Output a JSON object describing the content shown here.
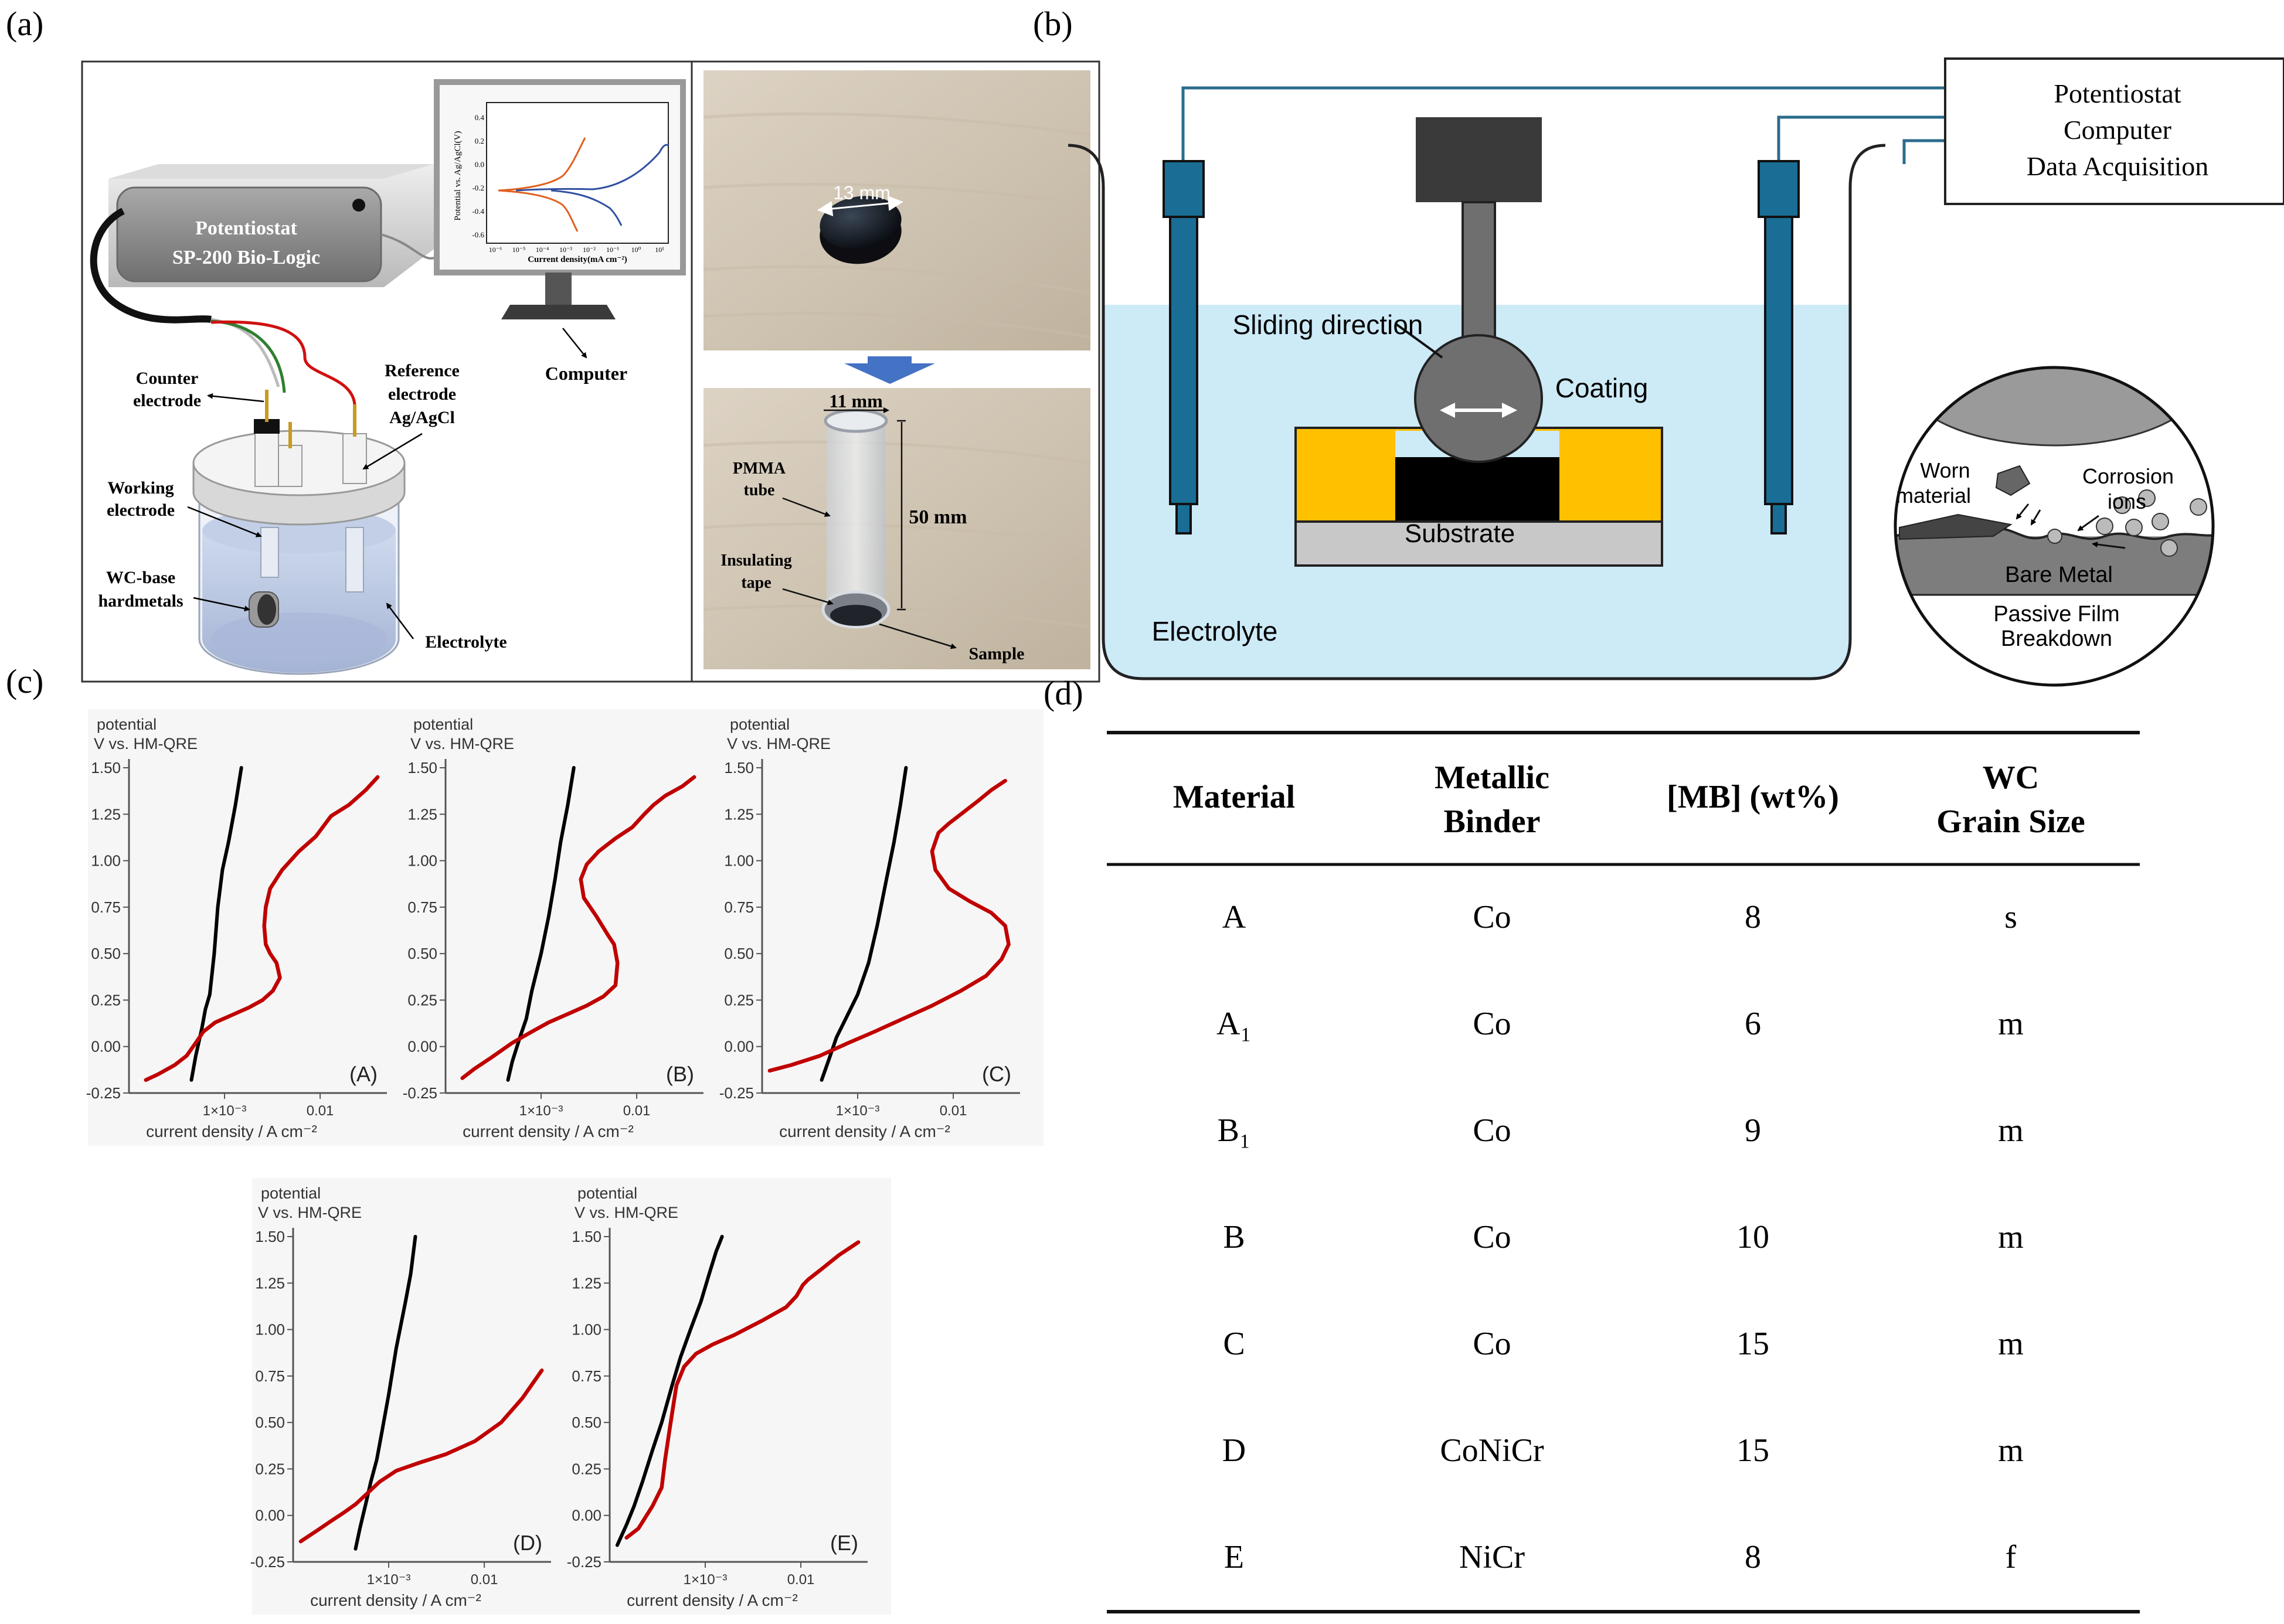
{
  "panels": {
    "a": {
      "letter": "(a)"
    },
    "b": {
      "letter": "(b)"
    },
    "c": {
      "letter": "(c)"
    },
    "d": {
      "letter": "(d)"
    }
  },
  "setup_a": {
    "potentiostat_line1": "Potentiostat",
    "potentiostat_line2": "SP-200 Bio-Logic",
    "computer": "Computer",
    "counter_1": "Counter",
    "counter_2": "electrode",
    "reference_1": "Reference",
    "reference_2": "electrode",
    "reference_3": "Ag/AgCl",
    "working_1": "Working",
    "working_2": "electrode",
    "wc_1": "WC-base",
    "wc_2": "hardmetals",
    "electrolyte": "Electrolyte",
    "monitor_ylabel": "Potential vs. Ag/AgCl(V)",
    "monitor_xlabel": "Current density(mA cm⁻²)",
    "monitor_yticks": [
      "0.4",
      "0.2",
      "0.0",
      "-0.2",
      "-0.4",
      "-0.6"
    ],
    "monitor_xticks": [
      "10⁻⁶",
      "10⁻⁵",
      "10⁻⁴",
      "10⁻³",
      "10⁻²",
      "10⁻¹",
      "10⁰",
      "10¹"
    ],
    "disc_dim": "13 mm",
    "tube_dim_top": "11 mm",
    "tube_len": "50 mm",
    "pmma_1": "PMMA",
    "pmma_2": "tube",
    "insul_1": "Insulating",
    "insul_2": "tape",
    "sample": "Sample"
  },
  "setup_b": {
    "box_line1": "Potentiostat",
    "box_line2": "Computer",
    "box_line3": "Data Acquisition",
    "sliding": "Sliding direction",
    "coating": "Coating",
    "substrate": "Substrate",
    "electrolyte": "Electrolyte",
    "worn_1": "Worn",
    "worn_2": "material",
    "corr_1": "Corrosion",
    "corr_2": "ions",
    "bare": "Bare Metal",
    "passive_1": "Passive Film",
    "passive_2": "Breakdown",
    "colors": {
      "bath": "#cdeaf7",
      "electrode": "#1a6e96",
      "coating": "#ffc000",
      "wire": "#2b6c8c"
    }
  },
  "chart_common": {
    "ylabel_1": "potential",
    "ylabel_2": "V vs. HM-QRE",
    "xlabel": "current density / A cm⁻²",
    "yticks": [
      "1.50",
      "1.25",
      "1.00",
      "0.75",
      "0.50",
      "0.25",
      "0.00",
      "-0.25"
    ],
    "xtick_1": "1×10⁻³",
    "xtick_2": "0.01"
  },
  "chart_data": [
    {
      "type": "line",
      "label": "(A)",
      "x_scale": "log",
      "xlim": [
        0.0001,
        0.05
      ],
      "ylim": [
        -0.25,
        1.5
      ],
      "series": [
        {
          "color": "#000000",
          "x": [
            0.00045,
            0.0005,
            0.00058,
            0.00063,
            0.0007,
            0.00078,
            0.00085,
            0.00095,
            0.0011,
            0.0013,
            0.0015
          ],
          "y": [
            -0.18,
            -0.05,
            0.1,
            0.2,
            0.28,
            0.5,
            0.75,
            0.95,
            1.1,
            1.3,
            1.5
          ]
        },
        {
          "color": "#c00000",
          "x": [
            0.00015,
            0.0002,
            0.0003,
            0.0004,
            0.0005,
            0.0006,
            0.0008,
            0.0012,
            0.0018,
            0.0025,
            0.0032,
            0.0038,
            0.0035,
            0.003,
            0.0027,
            0.0026,
            0.0027,
            0.003,
            0.004,
            0.006,
            0.009,
            0.011,
            0.013,
            0.02,
            0.03,
            0.04
          ],
          "y": [
            -0.18,
            -0.15,
            -0.1,
            -0.05,
            0.02,
            0.08,
            0.13,
            0.17,
            0.21,
            0.25,
            0.3,
            0.37,
            0.45,
            0.5,
            0.55,
            0.65,
            0.75,
            0.85,
            0.95,
            1.05,
            1.13,
            1.19,
            1.24,
            1.3,
            1.38,
            1.45
          ]
        }
      ]
    },
    {
      "type": "line",
      "label": "(B)",
      "x_scale": "log",
      "xlim": [
        0.0001,
        0.05
      ],
      "ylim": [
        -0.25,
        1.5
      ],
      "series": [
        {
          "color": "#000000",
          "x": [
            0.00045,
            0.0005,
            0.0006,
            0.0007,
            0.0008,
            0.001,
            0.0012,
            0.0014,
            0.0016,
            0.0019,
            0.0022
          ],
          "y": [
            -0.18,
            -0.08,
            0.05,
            0.15,
            0.3,
            0.5,
            0.7,
            0.9,
            1.1,
            1.3,
            1.5
          ]
        },
        {
          "color": "#c00000",
          "x": [
            0.00015,
            0.0002,
            0.0003,
            0.0005,
            0.0008,
            0.0012,
            0.002,
            0.003,
            0.0045,
            0.006,
            0.0063,
            0.0058,
            0.005,
            0.0038,
            0.0028,
            0.0026,
            0.003,
            0.004,
            0.006,
            0.009,
            0.012,
            0.015,
            0.02,
            0.03,
            0.04
          ],
          "y": [
            -0.17,
            -0.12,
            -0.06,
            0.02,
            0.08,
            0.13,
            0.18,
            0.22,
            0.27,
            0.33,
            0.45,
            0.55,
            0.6,
            0.7,
            0.8,
            0.9,
            0.98,
            1.05,
            1.12,
            1.18,
            1.25,
            1.3,
            1.35,
            1.4,
            1.45
          ]
        }
      ]
    },
    {
      "type": "line",
      "label": "(C)",
      "x_scale": "log",
      "xlim": [
        0.0001,
        0.05
      ],
      "ylim": [
        -0.25,
        1.5
      ],
      "series": [
        {
          "color": "#000000",
          "x": [
            0.00042,
            0.0005,
            0.0006,
            0.00075,
            0.001,
            0.0013,
            0.0016,
            0.002,
            0.0024,
            0.0028,
            0.0032
          ],
          "y": [
            -0.18,
            -0.07,
            0.05,
            0.15,
            0.28,
            0.45,
            0.65,
            0.9,
            1.1,
            1.3,
            1.5
          ]
        },
        {
          "color": "#c00000",
          "x": [
            0.00012,
            0.0002,
            0.0004,
            0.0008,
            0.0015,
            0.003,
            0.006,
            0.012,
            0.022,
            0.032,
            0.038,
            0.035,
            0.025,
            0.015,
            0.009,
            0.0065,
            0.006,
            0.007,
            0.009,
            0.012,
            0.018,
            0.025,
            0.035
          ],
          "y": [
            -0.13,
            -0.1,
            -0.05,
            0.02,
            0.08,
            0.15,
            0.22,
            0.3,
            0.38,
            0.47,
            0.55,
            0.65,
            0.72,
            0.78,
            0.85,
            0.95,
            1.05,
            1.15,
            1.2,
            1.25,
            1.32,
            1.38,
            1.43
          ]
        }
      ]
    },
    {
      "type": "line",
      "label": "(D)",
      "x_scale": "log",
      "xlim": [
        0.0001,
        0.05
      ],
      "ylim": [
        -0.25,
        1.5
      ],
      "series": [
        {
          "color": "#000000",
          "x": [
            0.00045,
            0.0005,
            0.00058,
            0.00065,
            0.00075,
            0.00085,
            0.001,
            0.0012,
            0.0015,
            0.0017,
            0.0019
          ],
          "y": [
            -0.18,
            -0.07,
            0.07,
            0.18,
            0.3,
            0.45,
            0.65,
            0.9,
            1.15,
            1.3,
            1.5
          ]
        },
        {
          "color": "#c00000",
          "x": [
            0.00012,
            0.00018,
            0.00025,
            0.00035,
            0.00045,
            0.0006,
            0.0008,
            0.0012,
            0.002,
            0.004,
            0.008,
            0.015,
            0.025,
            0.04
          ],
          "y": [
            -0.14,
            -0.08,
            -0.03,
            0.02,
            0.06,
            0.12,
            0.18,
            0.24,
            0.28,
            0.33,
            0.4,
            0.5,
            0.63,
            0.78
          ]
        }
      ]
    },
    {
      "type": "line",
      "label": "(E)",
      "x_scale": "log",
      "xlim": [
        0.0001,
        0.05
      ],
      "ylim": [
        -0.25,
        1.5
      ],
      "series": [
        {
          "color": "#000000",
          "x": [
            0.00012,
            0.00015,
            0.00018,
            0.00022,
            0.00028,
            0.00035,
            0.00045,
            0.00055,
            0.0007,
            0.0009,
            0.0011,
            0.0013,
            0.0015
          ],
          "y": [
            -0.16,
            -0.05,
            0.05,
            0.18,
            0.35,
            0.5,
            0.7,
            0.85,
            1.0,
            1.15,
            1.3,
            1.42,
            1.5
          ]
        },
        {
          "color": "#c00000",
          "x": [
            0.00015,
            0.0002,
            0.00028,
            0.00035,
            0.00038,
            0.00042,
            0.00045,
            0.0005,
            0.0006,
            0.0008,
            0.0012,
            0.002,
            0.004,
            0.007,
            0.009,
            0.0105,
            0.012,
            0.016,
            0.025,
            0.04
          ],
          "y": [
            -0.12,
            -0.07,
            0.05,
            0.15,
            0.3,
            0.45,
            0.55,
            0.7,
            0.8,
            0.87,
            0.92,
            0.97,
            1.05,
            1.12,
            1.18,
            1.24,
            1.27,
            1.32,
            1.4,
            1.47
          ]
        }
      ]
    }
  ],
  "table": {
    "headers": [
      [
        "Material"
      ],
      [
        "Metallic",
        "Binder"
      ],
      [
        "[MB] (wt%)"
      ],
      [
        "WC",
        "Grain Size"
      ]
    ],
    "rows": [
      [
        "A",
        "Co",
        "8",
        "s"
      ],
      [
        "A₁",
        "Co",
        "6",
        "m"
      ],
      [
        "B₁",
        "Co",
        "9",
        "m"
      ],
      [
        "B",
        "Co",
        "10",
        "m"
      ],
      [
        "C",
        "Co",
        "15",
        "m"
      ],
      [
        "D",
        "CoNiCr",
        "15",
        "m"
      ],
      [
        "E",
        "NiCr",
        "8",
        "f"
      ]
    ]
  }
}
